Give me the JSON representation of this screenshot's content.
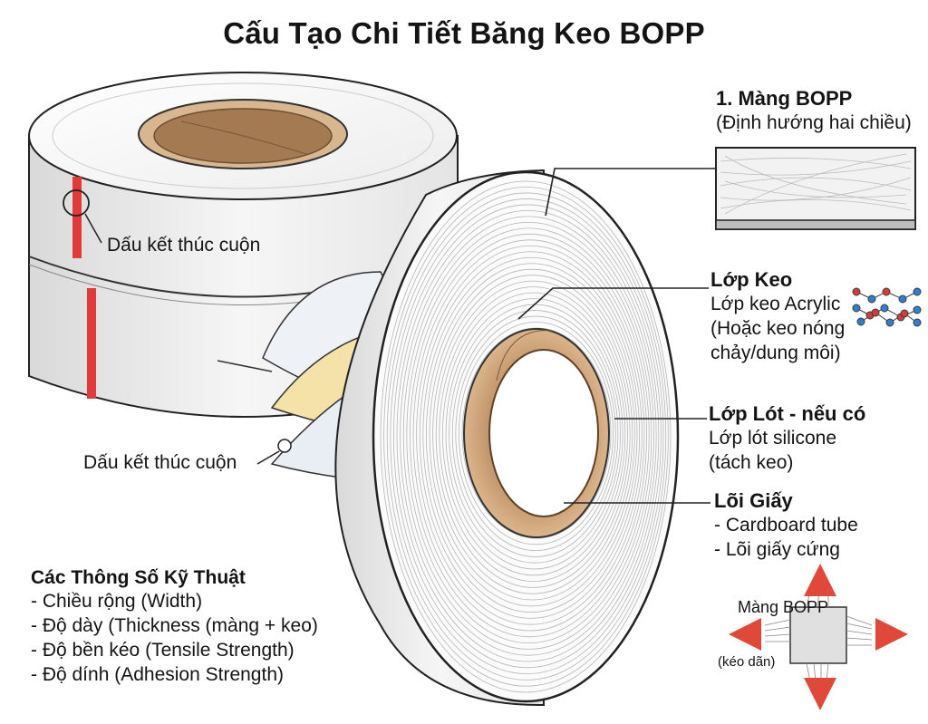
{
  "title": "Cấu Tạo Chi Tiết Băng Keo BOPP",
  "end_mark_top": "Dấu kết thúc cuộn",
  "end_mark_bottom": "Dấu kết thúc cuộn",
  "layers": [
    {
      "heading": "1. Màng BOPP",
      "lines": [
        "(Định hướng hai chiều)"
      ]
    },
    {
      "heading": "Lớp Keo",
      "lines": [
        "Lớp keo Acrylic",
        "(Hoặc keo nóng",
        "chảy/dung môi)"
      ]
    },
    {
      "heading": "Lớp Lót - nếu có",
      "lines": [
        "Lớp lót silicone",
        "(tách keo)"
      ]
    },
    {
      "heading": "Lõi Giấy",
      "lines": [
        "- Cardboard tube",
        "- Lõi giấy cứng"
      ]
    }
  ],
  "specs": {
    "title": "Các Thông Số Kỹ Thuật",
    "items": [
      "- Chiều rộng (Width)",
      "- Độ dày (Thickness (màng + keo)",
      "- Độ bền kéo (Tensile Strength)",
      "- Độ dính (Adhesion Strength)"
    ]
  },
  "stretch_diagram": {
    "label": "Màng BOPP",
    "sublabel": "(kéo dãn)"
  },
  "colors": {
    "end_mark": "#e03a3a",
    "core": "#c9a27a",
    "core_dark": "#9a7350",
    "adhesive": "#f4e2a8",
    "arrow": "#e0483a"
  }
}
